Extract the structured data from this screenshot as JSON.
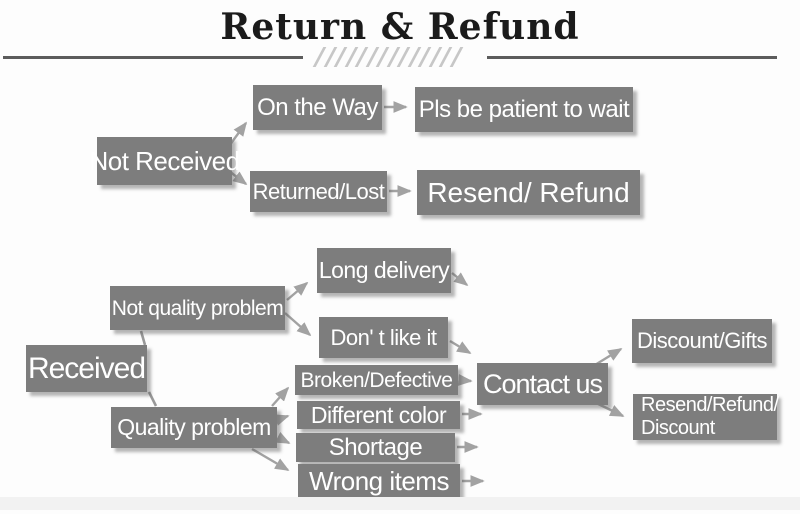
{
  "title": "Return & Refund",
  "colors": {
    "box_fill": "#7d7d7d",
    "box_text": "#ffffff",
    "arrow": "#a2a2a2",
    "title_text": "#1b1b1b",
    "divider": "#5c5c5c",
    "hatch": "#c7c7c7",
    "background": "#fdfdfd"
  },
  "nodes": {
    "not_received": "Not Received",
    "on_the_way": "On the Way",
    "pls_wait": "Pls be patient to wait",
    "returned_lost": "Returned/Lost",
    "resend_refund": "Resend/ Refund",
    "received": "Received",
    "not_quality": "Not quality problem",
    "quality": "Quality problem",
    "long_delivery": "Long delivery",
    "dont_like": "Don' t like it",
    "broken_defective": "Broken/Defective",
    "different_color": "Different color",
    "shortage": "Shortage",
    "wrong_items": "Wrong items",
    "contact_us": "Contact us",
    "discount_gifts": "Discount/Gifts",
    "resend_refund_discount_line1": "Resend/Refund/",
    "resend_refund_discount_line2": "Discount"
  },
  "edges": [
    {
      "from": "Not Received",
      "to": "On the Way"
    },
    {
      "from": "Not Received",
      "to": "Returned/Lost"
    },
    {
      "from": "On the Way",
      "to": "Pls be patient to wait"
    },
    {
      "from": "Returned/Lost",
      "to": "Resend/ Refund"
    },
    {
      "from": "Received",
      "to": "Not quality problem"
    },
    {
      "from": "Received",
      "to": "Quality problem"
    },
    {
      "from": "Not quality problem",
      "to": "Long delivery"
    },
    {
      "from": "Not quality problem",
      "to": "Don' t like it"
    },
    {
      "from": "Quality problem",
      "to": "Broken/Defective"
    },
    {
      "from": "Quality problem",
      "to": "Different color"
    },
    {
      "from": "Quality problem",
      "to": "Shortage"
    },
    {
      "from": "Quality problem",
      "to": "Wrong items"
    },
    {
      "from": "Long delivery",
      "to": "Contact us"
    },
    {
      "from": "Don' t like it",
      "to": "Contact us"
    },
    {
      "from": "Broken/Defective",
      "to": "Contact us"
    },
    {
      "from": "Different color",
      "to": "Contact us"
    },
    {
      "from": "Shortage",
      "to": "Contact us"
    },
    {
      "from": "Wrong items",
      "to": "Contact us"
    },
    {
      "from": "Contact us",
      "to": "Discount/Gifts"
    },
    {
      "from": "Contact us",
      "to": "Resend/Refund/ Discount"
    }
  ]
}
